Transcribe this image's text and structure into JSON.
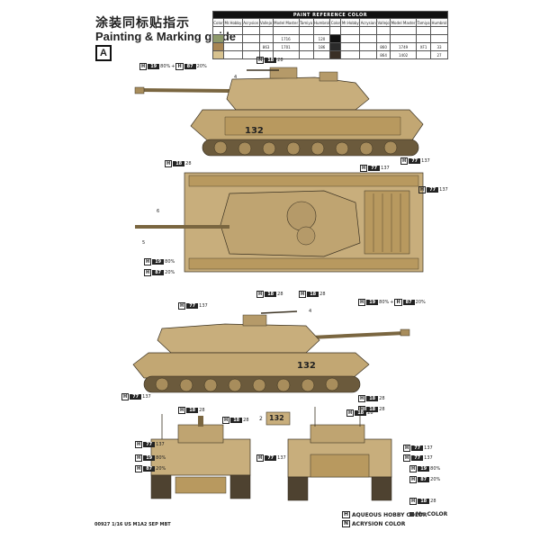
{
  "header": {
    "title_cn": "涂装同标贴指示",
    "title_en": "Painting & Marking guide",
    "section_label": "A"
  },
  "paint_reference": {
    "title": "PAINT REFERENCE COLOR",
    "columns": [
      "Color",
      "Mr.Hobby",
      "Acrysion",
      "Vallejo",
      "Model Master",
      "Tamiya",
      "Humbrol",
      "Color",
      "Mr.Hobby",
      "Acrysion",
      "Vallejo",
      "Model Master",
      "Tamiya",
      "Humbrol"
    ],
    "rows": [
      [
        "",
        "",
        "",
        "",
        "",
        "",
        "",
        "",
        "",
        "",
        "",
        "",
        "",
        ""
      ],
      [
        "",
        "",
        "",
        "",
        "1716",
        "",
        "120",
        "",
        "",
        "",
        "",
        "",
        "",
        ""
      ],
      [
        "",
        "",
        "",
        "863",
        "1701",
        "",
        "186",
        "",
        "",
        "",
        "860",
        "1749",
        "XF1",
        "33"
      ],
      [
        "",
        "",
        "",
        "",
        "",
        "",
        "",
        "",
        "",
        "",
        "864",
        "1402",
        "",
        "27"
      ]
    ],
    "swatches": {
      "left": [
        "#8e9a6b",
        "#a88654",
        "#d7c28f"
      ],
      "right": [
        "#111111",
        "#2a2a2a",
        "#3a2f25"
      ]
    }
  },
  "markings": {
    "hull_number": "132",
    "rear_number": "132",
    "decal_id_2": "2"
  },
  "callouts": [
    {
      "id": "c1",
      "prefix": "H",
      "codes": [
        "19",
        "87"
      ],
      "pct": [
        "80%",
        "20%"
      ]
    },
    {
      "id": "c2",
      "prefix": "H",
      "codes": [
        "18"
      ],
      "pct": [
        "28"
      ]
    },
    {
      "id": "c3",
      "prefix": "H",
      "codes": [
        "18"
      ],
      "pct": [
        "28"
      ]
    },
    {
      "id": "c4",
      "prefix": "H",
      "codes": [
        "77"
      ],
      "pct": [
        "137"
      ]
    },
    {
      "id": "c5",
      "prefix": "H",
      "codes": [
        "77"
      ],
      "pct": [
        "137"
      ]
    },
    {
      "id": "c6",
      "prefix": "H",
      "codes": [
        "77"
      ],
      "pct": [
        "137"
      ]
    },
    {
      "id": "c7",
      "prefix": "H",
      "codes": [
        "19"
      ],
      "pct": [
        "80%"
      ]
    },
    {
      "id": "c8",
      "prefix": "H",
      "codes": [
        "87"
      ],
      "pct": [
        "20%"
      ]
    },
    {
      "id": "c9",
      "prefix": "H",
      "codes": [
        "18"
      ],
      "pct": [
        "28"
      ]
    },
    {
      "id": "c10",
      "prefix": "H",
      "codes": [
        "18"
      ],
      "pct": [
        "28"
      ]
    },
    {
      "id": "c11",
      "prefix": "H",
      "codes": [
        "77"
      ],
      "pct": [
        "137"
      ]
    },
    {
      "id": "c12",
      "prefix": "H",
      "codes": [
        "19",
        "87"
      ],
      "pct": [
        "80%",
        "20%"
      ]
    },
    {
      "id": "c13",
      "prefix": "H",
      "codes": [
        "77"
      ],
      "pct": [
        "137"
      ]
    },
    {
      "id": "c14",
      "prefix": "H",
      "codes": [
        "18"
      ],
      "pct": [
        "28"
      ]
    },
    {
      "id": "c15",
      "prefix": "H",
      "codes": [
        "18"
      ],
      "pct": [
        "28"
      ]
    },
    {
      "id": "c16",
      "prefix": "H",
      "codes": [
        "18"
      ],
      "pct": [
        "28"
      ]
    },
    {
      "id": "c17",
      "prefix": "H",
      "codes": [
        "18"
      ],
      "pct": [
        "28"
      ]
    },
    {
      "id": "c18",
      "prefix": "H",
      "codes": [
        "77"
      ],
      "pct": [
        "137"
      ]
    },
    {
      "id": "c19",
      "prefix": "H",
      "codes": [
        "77"
      ],
      "pct": [
        "137"
      ]
    },
    {
      "id": "c20",
      "prefix": "H",
      "codes": [
        "19"
      ],
      "pct": [
        "80%"
      ]
    },
    {
      "id": "c21",
      "prefix": "H",
      "codes": [
        "87"
      ],
      "pct": [
        "20%"
      ]
    },
    {
      "id": "c22",
      "prefix": "H",
      "codes": [
        "77"
      ],
      "pct": [
        "137"
      ]
    },
    {
      "id": "c23",
      "prefix": "H",
      "codes": [
        "18"
      ],
      "pct": [
        "28"
      ]
    },
    {
      "id": "c24",
      "prefix": "H",
      "codes": [
        "77"
      ],
      "pct": [
        "137"
      ]
    },
    {
      "id": "c25",
      "prefix": "H",
      "codes": [
        "19"
      ],
      "pct": [
        "80%"
      ]
    },
    {
      "id": "c26",
      "prefix": "H",
      "codes": [
        "87"
      ],
      "pct": [
        "20%"
      ]
    },
    {
      "id": "c27",
      "prefix": "H",
      "codes": [
        "18"
      ],
      "pct": [
        "28"
      ]
    }
  ],
  "part_numbers": [
    "4",
    "6",
    "5",
    "4"
  ],
  "footer": {
    "code": "00927  1/16   US M1A2 SEP MBT",
    "legend_hb_prefix": "H",
    "legend_aq": "AQUEOUS HOBBY COLOR",
    "legend_n_prefix": "N",
    "legend_acr": "ACRYSION COLOR",
    "legend_mr": "Mr. COLOR"
  },
  "colors": {
    "tan": "#c8ae7c",
    "tan_dark": "#a88d5c",
    "tan_shadow": "#8a7146",
    "outline": "#3b3222"
  }
}
